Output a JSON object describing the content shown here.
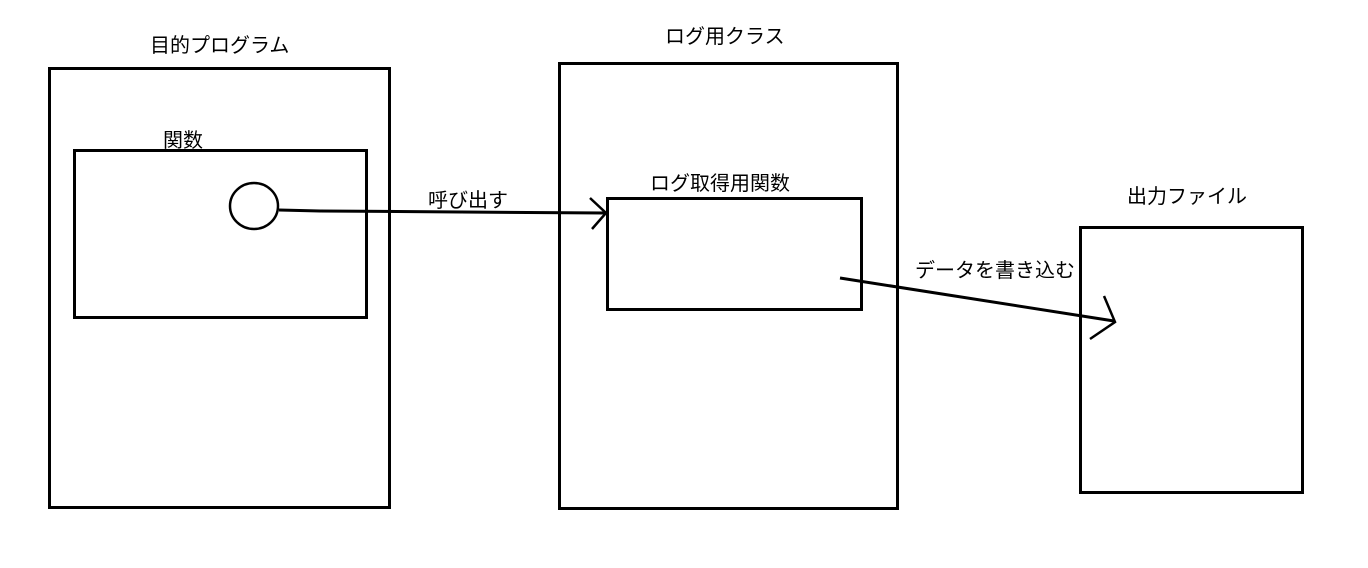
{
  "diagram": {
    "target_program": {
      "title": "目的プログラム",
      "function_label": "関数"
    },
    "call_label": "呼び出す",
    "log_class": {
      "title": "ログ用クラス",
      "function_label": "ログ取得用関数"
    },
    "write_label": "データを書き込む",
    "output_file": {
      "title": "出力ファイル"
    }
  }
}
